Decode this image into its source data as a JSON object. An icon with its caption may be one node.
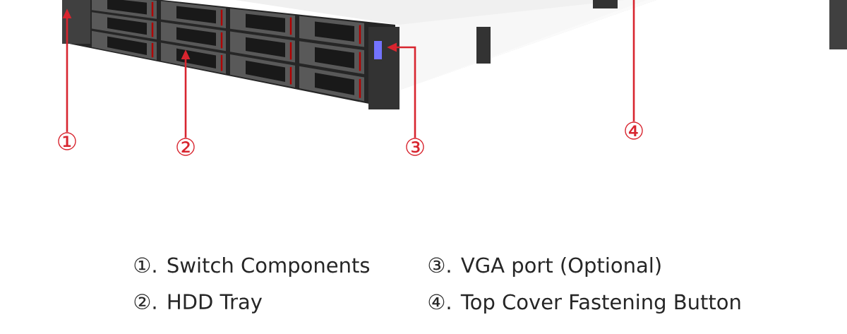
{
  "diagram": {
    "nodes": [
      {
        "text": [
          "①"
        ]
      },
      {
        "text": [
          "②"
        ]
      },
      {
        "text": [
          "③"
        ]
      },
      {
        "text": [
          "④"
        ]
      }
    ],
    "edges": [
      {
        "from": 0,
        "to": null,
        "arrow": "to"
      },
      {
        "from": 1,
        "to": null,
        "arrow": "to"
      },
      {
        "from": 2,
        "to": null,
        "arrow": "to"
      },
      {
        "from": 3,
        "to": null,
        "arrow": "none"
      }
    ],
    "labels": [
      "①. Switch Components",
      "③. VGA port (Optional)",
      "②. HDD Tray",
      "④. Top Cover Fastening Button"
    ]
  }
}
